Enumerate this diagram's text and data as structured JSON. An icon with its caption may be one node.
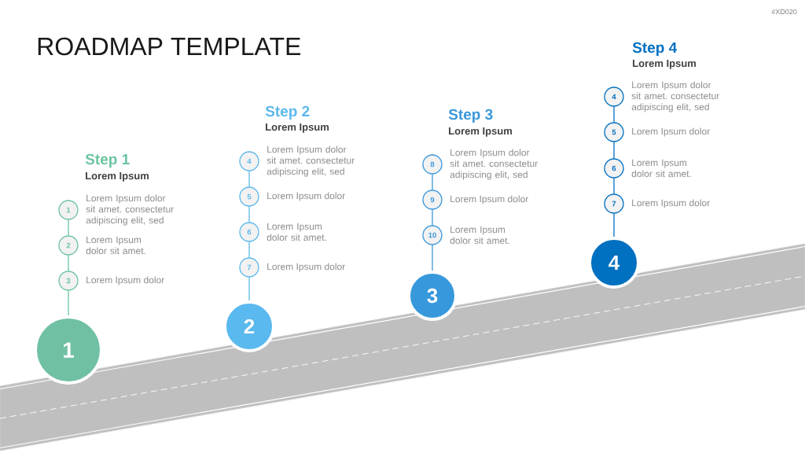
{
  "diagram": {
    "title": "ROADMAP TEMPLATE",
    "nodes": [
      {
        "text": [
          "1"
        ],
        "beside": [
          "Lorem Ipsum dolor sit amet. consectetur adipiscing elit, sed"
        ]
      },
      {
        "text": [
          "2"
        ],
        "beside": [
          "Lorem Ipsum dolor sit amet."
        ]
      },
      {
        "text": [
          "3"
        ],
        "beside": [
          "Lorem Ipsum dolor"
        ]
      },
      {
        "text": [
          "1"
        ]
      },
      {
        "text": [
          "4"
        ],
        "beside": [
          "Lorem Ipsum dolor sit amet. consectetur adipiscing elit, sed"
        ]
      },
      {
        "text": [
          "5"
        ],
        "beside": [
          "Lorem Ipsum dolor"
        ]
      },
      {
        "text": [
          "6"
        ],
        "beside": [
          "Lorem Ipsum dolor sit amet."
        ]
      },
      {
        "text": [
          "7"
        ],
        "beside": [
          "Lorem Ipsum dolor"
        ]
      },
      {
        "text": [
          "2"
        ]
      },
      {
        "text": [
          "8"
        ],
        "beside": [
          "Lorem Ipsum dolor sit amet. consectetur adipiscing elit, sed"
        ]
      },
      {
        "text": [
          "9"
        ],
        "beside": [
          "Lorem Ipsum dolor"
        ]
      },
      {
        "text": [
          "10"
        ],
        "beside": [
          "Lorem Ipsum dolor sit amet."
        ]
      },
      {
        "text": [
          "3"
        ]
      },
      {
        "text": [
          "4"
        ],
        "beside": [
          "Lorem Ipsum dolor sit amet. consectetur adipiscing elit, sed"
        ]
      },
      {
        "text": [
          "5"
        ],
        "beside": [
          "Lorem Ipsum dolor"
        ]
      },
      {
        "text": [
          "6"
        ],
        "beside": [
          "Lorem Ipsum dolor sit amet."
        ]
      },
      {
        "text": [
          "7"
        ],
        "beside": [
          "Lorem Ipsum dolor"
        ]
      },
      {
        "text": [
          "4"
        ]
      }
    ],
    "edges": [
      {
        "from": 0,
        "to": 1,
        "arrow": "none",
        "color": "#6cc3a0"
      },
      {
        "from": 1,
        "to": 2,
        "arrow": "none",
        "color": "#6cc3a0"
      },
      {
        "from": 2,
        "to": 3,
        "arrow": "none",
        "color": "#6cc3a0"
      },
      {
        "from": 4,
        "to": 5,
        "arrow": "none",
        "color": "#5bb8ec"
      },
      {
        "from": 5,
        "to": 6,
        "arrow": "none",
        "color": "#5bb8ec"
      },
      {
        "from": 6,
        "to": 7,
        "arrow": "none",
        "color": "#5bb8ec"
      },
      {
        "from": 7,
        "to": 8,
        "arrow": "none",
        "color": "#5bb8ec"
      },
      {
        "from": 9,
        "to": 10,
        "arrow": "none",
        "color": "#3a98db"
      },
      {
        "from": 10,
        "to": 11,
        "arrow": "none",
        "color": "#3a98db"
      },
      {
        "from": 11,
        "to": 12,
        "arrow": "none",
        "color": "#3a98db"
      },
      {
        "from": 13,
        "to": 14,
        "arrow": "none",
        "color": "#0070c0"
      },
      {
        "from": 14,
        "to": 15,
        "arrow": "none",
        "color": "#0070c0"
      },
      {
        "from": 15,
        "to": 16,
        "arrow": "none",
        "color": "#0070c0"
      },
      {
        "from": 16,
        "to": 17,
        "arrow": "none",
        "color": "#0070c0"
      }
    ],
    "labels": [
      "#XD020",
      "Step 1",
      "Lorem Ipsum",
      "Step 2",
      "Lorem Ipsum",
      "Step 3",
      "Lorem Ipsum",
      "Step 4",
      "Lorem Ipsum"
    ]
  }
}
